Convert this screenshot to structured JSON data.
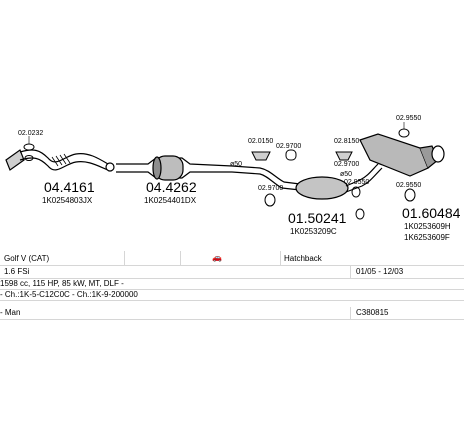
{
  "parts": [
    {
      "number": "04.4161",
      "oem": "1K0254803JX"
    },
    {
      "number": "04.4262",
      "oem": "1K0254401DX"
    },
    {
      "number": "01.50241",
      "oem": "1K0253209C"
    },
    {
      "number": "01.60484",
      "oem": "1K0253609H",
      "oem2": "1K6253609F"
    }
  ],
  "small_parts": {
    "gasket_left": "02.0232",
    "bolt_top": "02.0150",
    "clamp_top": "02.9700",
    "clamp_mid": "02.8150",
    "clamp_mid_b": "02.9700",
    "hanger_top_right": "02.9550",
    "hanger_mid": "02.9550",
    "hanger_right": "02.9550",
    "clamp_lower": "02.9700",
    "dia_phi50_a": "ø50",
    "dia_phi50_b": "ø50"
  },
  "info": {
    "model": "Golf V  (CAT)",
    "body": "Hatchback",
    "engine": "1.6 FSi",
    "dates": "01/05 - 12/03",
    "spec": "1598 cc, 115 HP, 85 kW, MT, DLF -",
    "chassis": "- Ch.:1K-5-C12C0C - Ch.:1K-9-200000",
    "market": "- Man",
    "catalog": "C380815"
  },
  "colors": {
    "line": "#000000",
    "grid": "#d6d6d6"
  }
}
